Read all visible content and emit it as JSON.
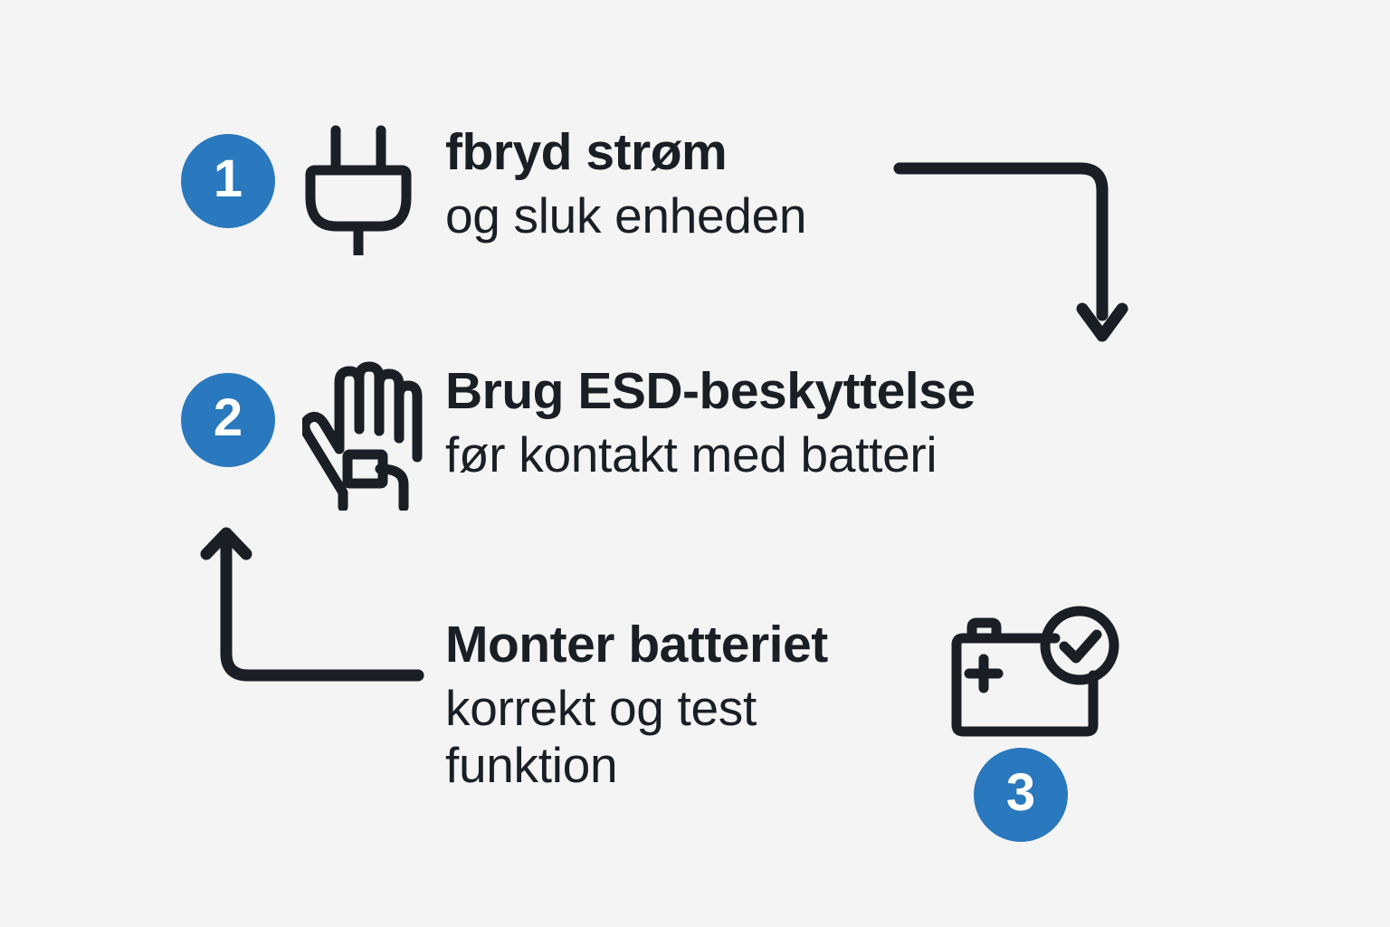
{
  "meta": {
    "title": "Batteriudskiftning - sikkerhedstrin",
    "background_color": "#f4f4f4",
    "accent_color": "#2a78bd",
    "ink_color": "#1a1f26",
    "language": "da"
  },
  "steps": [
    {
      "number": "1",
      "badge_label": "1",
      "icon": "power-plug-icon",
      "headline": "fbryd strøm",
      "subline": "og sluk enheden",
      "sublines": [
        "og sluk enheden"
      ]
    },
    {
      "number": "2",
      "badge_label": "2",
      "icon": "esd-wrist-strap-hand-icon",
      "headline": "Brug ESD-beskyttelse",
      "subline": "før kontakt med batteri",
      "sublines": [
        "før kontakt med batteri"
      ]
    },
    {
      "number": "3",
      "badge_label": "3",
      "icon": "battery-check-icon",
      "headline": "Monter batteriet",
      "subline": "korrekt og test",
      "sublines": [
        "korrekt og test",
        "funktion"
      ]
    }
  ],
  "connectors": [
    {
      "name": "connector-step1-to-step2",
      "direction": "down",
      "from_step": "1",
      "to_step": "2"
    },
    {
      "name": "connector-step3-to-step2",
      "direction": "up",
      "from_step": "3",
      "to_step": "2"
    }
  ],
  "icons": {
    "plug": "power-plug-icon",
    "hand": "esd-wrist-strap-hand-icon",
    "battery": "battery-check-icon",
    "check": "check-circle-icon",
    "plus": "plus-sign-icon"
  }
}
